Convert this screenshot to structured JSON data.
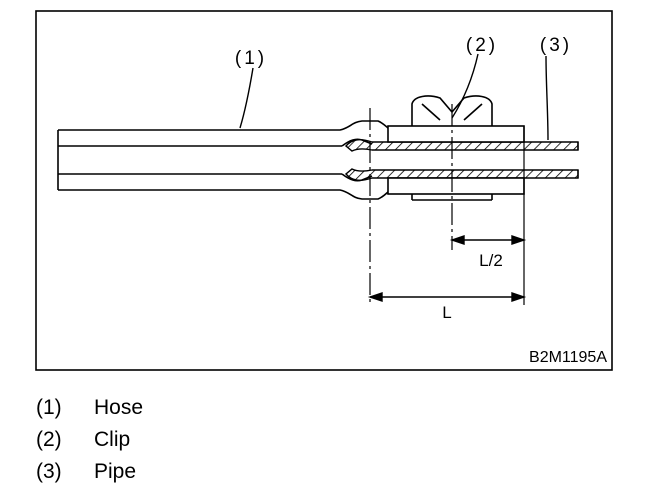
{
  "diagram": {
    "callouts": {
      "hose": "(1)",
      "clip": "(2)",
      "pipe": "(3)"
    },
    "dimensions": {
      "full": "L",
      "half": "L/2"
    },
    "figure_code": "B2M1195A"
  },
  "legend": [
    {
      "num": "(1)",
      "name": "Hose"
    },
    {
      "num": "(2)",
      "name": "Clip"
    },
    {
      "num": "(3)",
      "name": "Pipe"
    }
  ]
}
